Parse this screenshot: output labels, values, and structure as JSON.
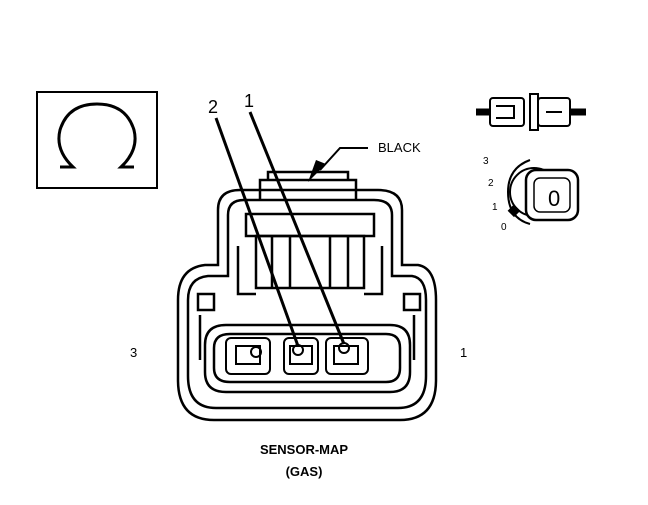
{
  "symbols": {
    "ohm_meter": "ohm-symbol",
    "connector_disconnected": "disconnected-connector-icon",
    "ignition_key": "ignition-key-icon"
  },
  "labels": {
    "wire_color": "BLACK",
    "probe_1": "1",
    "probe_2": "2",
    "pin_left": "3",
    "pin_right": "1"
  },
  "ignition": {
    "positions": [
      "3",
      "2",
      "1",
      "0"
    ],
    "key_position": "0"
  },
  "caption": {
    "line1": "SENSOR-MAP",
    "line2": "(GAS)"
  }
}
